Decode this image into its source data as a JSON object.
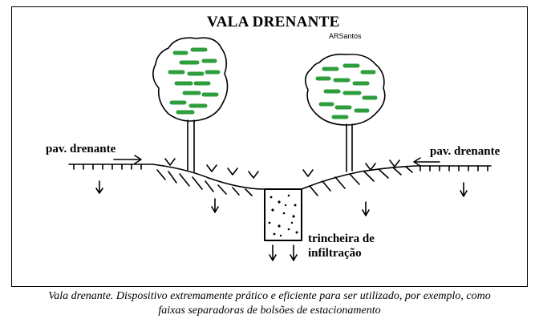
{
  "diagram": {
    "title": "VALA DRENANTE",
    "author": "ARSantos",
    "labels": {
      "pav_left": "pav. drenante",
      "pav_right": "pav. drenante",
      "trench_line1": "trincheira de",
      "trench_line2": "infiltração"
    },
    "colors": {
      "foliage": "#2e9e3c",
      "ink": "#000000"
    }
  },
  "caption": {
    "line1": "Vala drenante. Dispositivo extremamente prático e eficiente para ser utilizado, por exemplo, como",
    "line2": "faixas separadoras de bolsões de estacionamento"
  }
}
